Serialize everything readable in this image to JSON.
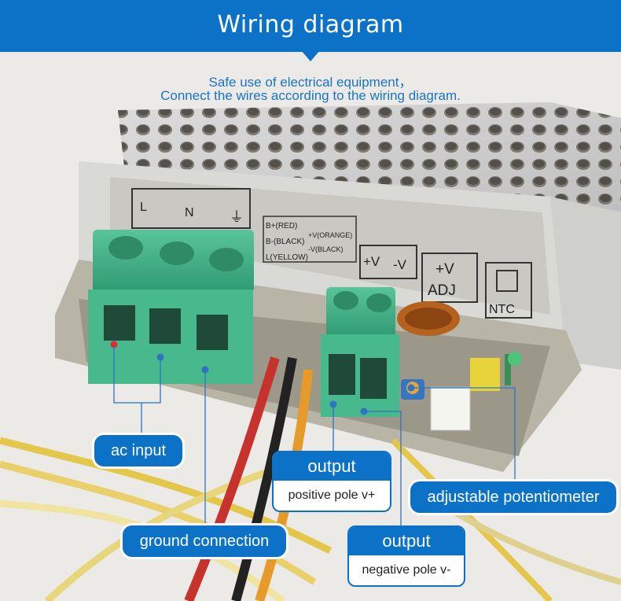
{
  "header": {
    "title": "Wiring diagram",
    "subtitle_line1": "Safe use of electrical equipment，",
    "subtitle_line2": "Connect the wires according to the wiring diagram."
  },
  "device": {
    "terminal_labels": [
      "L",
      "N"
    ],
    "battery_legend": [
      "B+(RED)",
      "B-(BLACK)",
      "L(YELLOW)",
      "+V(ORANGE)",
      "-V(BLACK)"
    ],
    "output_labels": [
      "+V",
      "-V"
    ],
    "adj_top": "+V",
    "adj_bottom": "ADJ",
    "ntc": "NTC"
  },
  "callouts": {
    "ac_input": "ac input",
    "ground": "ground connection",
    "output_pos_title": "output",
    "output_pos_desc": "positive pole v+",
    "output_neg_title": "output",
    "output_neg_desc": "negative pole v-",
    "potentiometer": "adjustable potentiometer"
  },
  "colors": {
    "accent": "#0b72c7",
    "terminal_green": "#3fae86",
    "red_dot": "#e8262b"
  }
}
